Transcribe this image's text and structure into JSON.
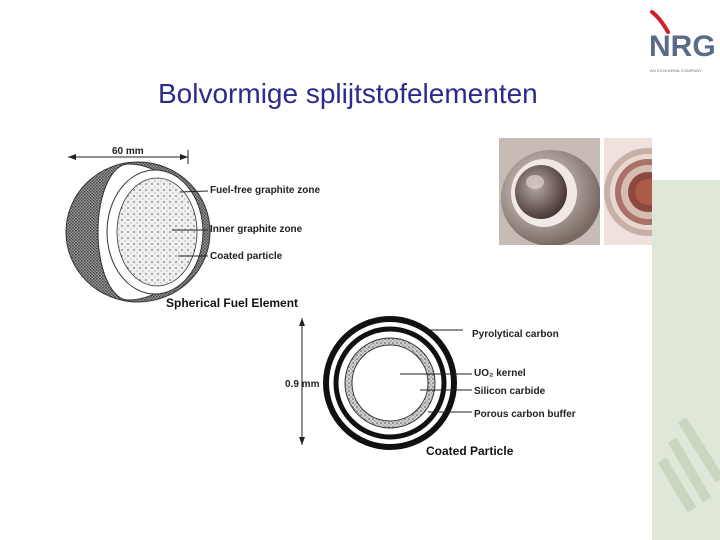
{
  "slide": {
    "title": "Bolvormige splijtstofelementen"
  },
  "logo": {
    "text": "NRG",
    "subtitle": "AN ECN/KEMA COMPANY"
  },
  "spherical_element": {
    "dimension": "60 mm",
    "labels": [
      "Fuel-free graphite zone",
      "Inner graphite zone",
      "Coated particle"
    ],
    "caption": "Spherical Fuel Element"
  },
  "coated_particle": {
    "dimension": "0.9 mm",
    "labels": [
      "Pyrolytical carbon",
      "UO₂ kernel",
      "Silicon carbide",
      "Porous carbon buffer"
    ],
    "caption": "Coated Particle"
  },
  "colors": {
    "title": "#2b2b8c",
    "logo": "#5a6b88",
    "logo_accent": "#d02030",
    "band": "#dfe8d8"
  }
}
